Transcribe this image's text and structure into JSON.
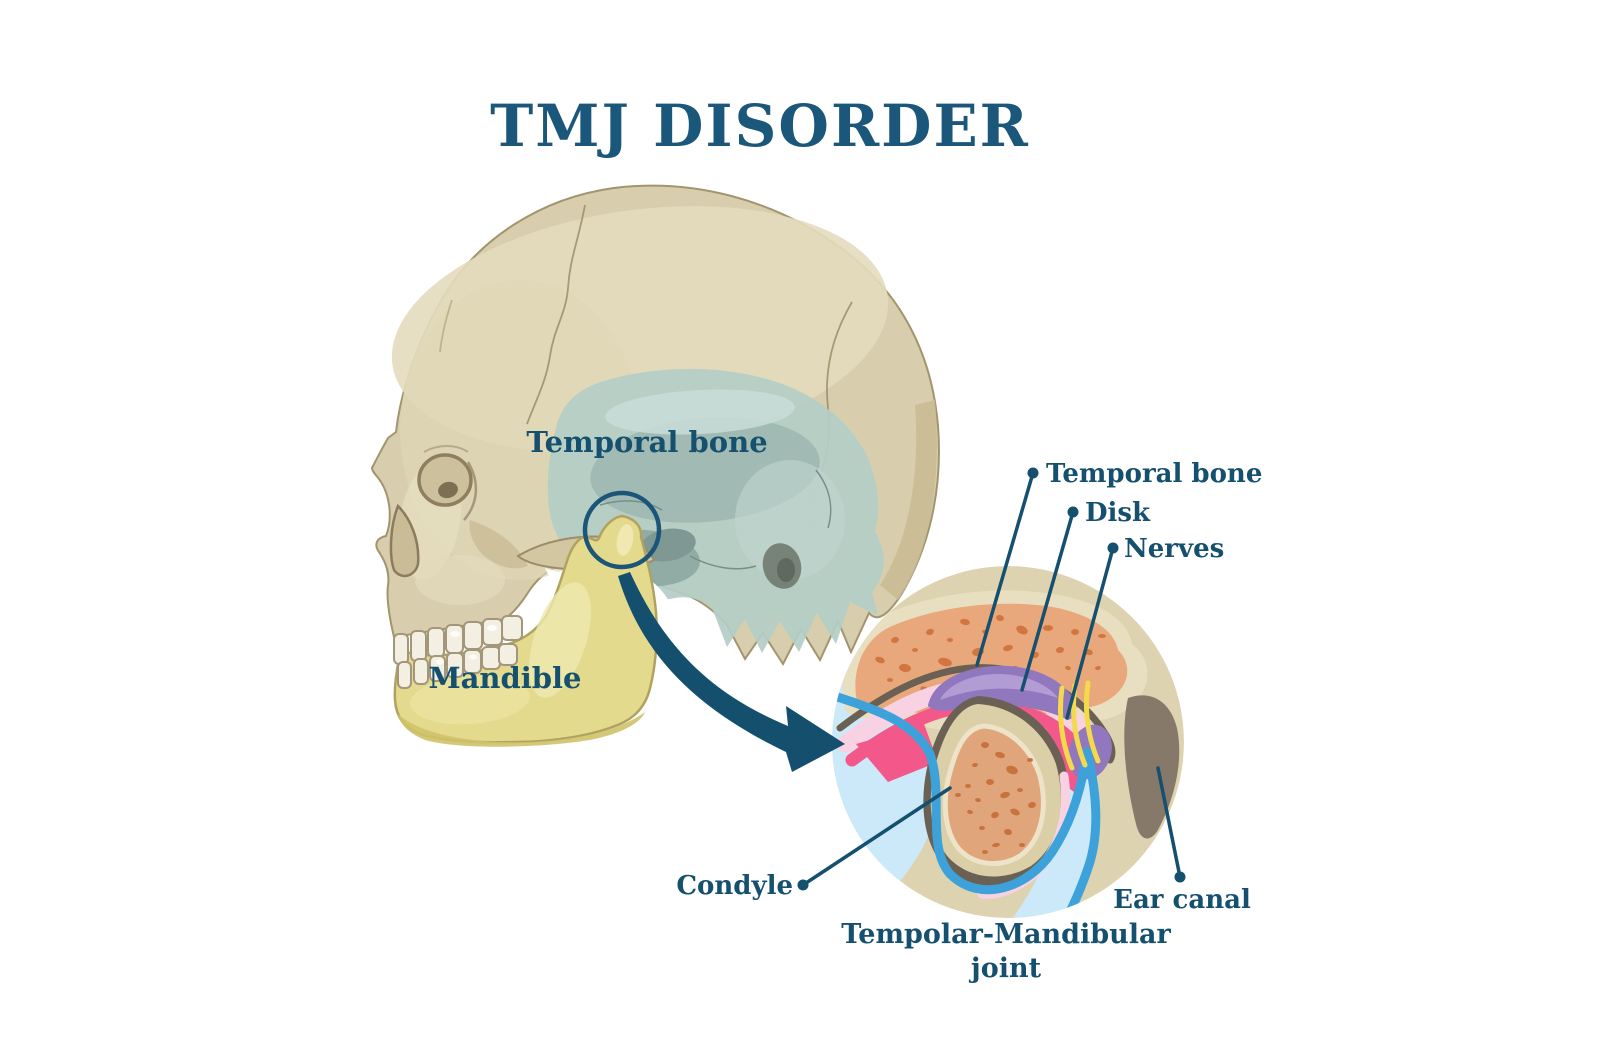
{
  "title": "TMJ DISORDER",
  "skull": {
    "labels": {
      "temporal_bone": "Temporal bone",
      "mandible": "Mandible"
    }
  },
  "inset": {
    "labels": {
      "temporal_bone": "Temporal bone",
      "disk": "Disk",
      "nerves": "Nerves",
      "condyle": "Condyle",
      "ear_canal": "Ear canal"
    },
    "caption": {
      "line1": "Tempolar-Mandibular",
      "line2": "joint"
    }
  },
  "colors": {
    "title_text": "#1a577b",
    "label_text": "#15506f",
    "leader_line": "#15506f",
    "arrow": "#14506e",
    "annotation_circle": "#1b5578",
    "cranium": "#d8cead",
    "cranium_outline": "#a2946e",
    "cranium_highlight": "#e6ddbd",
    "temporal_region": "#b4cdc6",
    "mandible": "#e4da8e",
    "teeth": "#f3efe2",
    "inset_background": "#ddd3b1",
    "bone_border": "#e8dec0",
    "spongy_bone": "#e9a87b",
    "condyle_bone": "#e0a57b",
    "condyle_ring": "#dbcfa7",
    "bone_speckle": "#d2763f",
    "cortical_outline": "#6a6053",
    "cartilage_pink": "#f8d2e2",
    "joint_magenta": "#f2598a",
    "disk_purple": "#9177bd",
    "nerve_yellow": "#f3da4c",
    "capsule_blue": "#3ea2da",
    "synovial_light_blue": "#cbe9f8",
    "ear_canal": "#86796a"
  }
}
